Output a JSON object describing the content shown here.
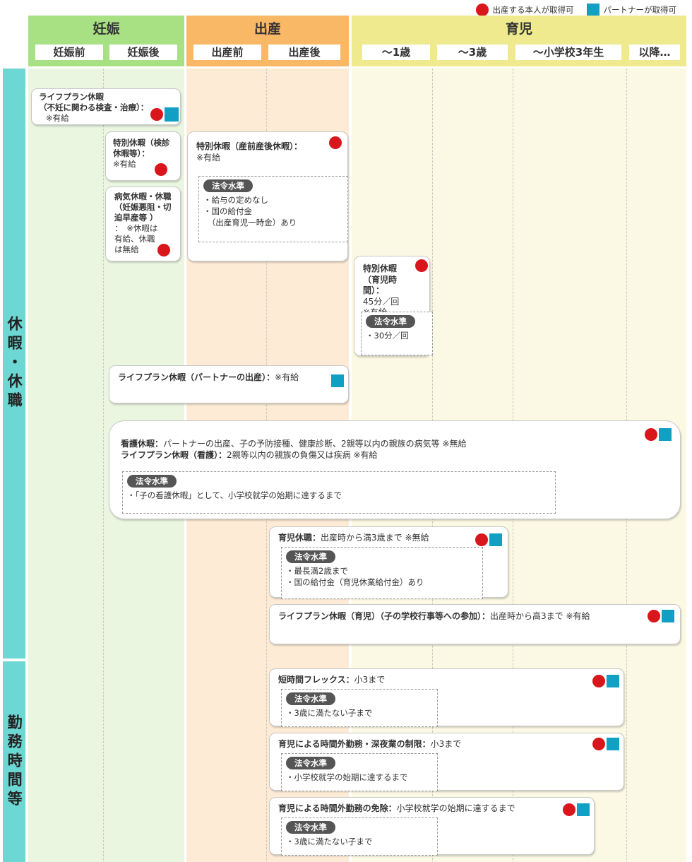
{
  "legend": {
    "self_label": "出産する本人が取得可",
    "partner_label": "パートナーが取得可"
  },
  "colors": {
    "self_mark": "#d9161c",
    "partner_mark": "#129fc4",
    "pregnancy": "#a8e084",
    "birth": "#f9b865",
    "childcare": "#eeea8d",
    "category": "#6cd7d3"
  },
  "phases": {
    "pregnancy": {
      "title": "妊娠",
      "subs": [
        "妊娠前",
        "妊娠後"
      ]
    },
    "birth": {
      "title": "出産",
      "subs": [
        "出産前",
        "出産後"
      ]
    },
    "childcare": {
      "title": "育児",
      "subs": [
        "〜1歳",
        "〜3歳",
        "〜小学校3年生",
        "以降…"
      ]
    }
  },
  "categories": {
    "leave": "休暇・休職",
    "work": "勤務時間等"
  },
  "law_tag": "法令水準",
  "cards": {
    "lifeplan_fertility": {
      "title_1": "ライフプラン休暇",
      "title_2": "（不妊に関わる検査・治療）：",
      "note": "※有給"
    },
    "special_checkup": {
      "title": "特別休暇（検診休暇等）：",
      "note": "※有給"
    },
    "sick_leave": {
      "title": "病気休暇・休職（妊娠悪阻・切迫早産等 ）",
      "note": "：　※休暇は有給、休職は無給"
    },
    "maternity": {
      "title": "特別休暇（産前産後休暇）：",
      "note": "※有給",
      "law": [
        "・給与の定めなし",
        "・国の給付金",
        "　（出産育児一時金）あり"
      ]
    },
    "nursing_time": {
      "title": "特別休暇（育児時間）：",
      "detail": "45分／回",
      "note": "※有給",
      "law": [
        "・30分／回"
      ]
    },
    "lifeplan_partner_birth": {
      "title": "ライフプラン休暇（パートナーの出産）：",
      "note": "※有給"
    },
    "care_leave": {
      "line1_title": "看護休暇：",
      "line1_text": "パートナーの出産、子の予防接種、健康診断、2親等以内の親族の病気等 ※無給",
      "line2_title": "ライフプラン休暇（看護）：",
      "line2_text": "2親等以内の親族の負傷又は疾病 ※有給",
      "law": [
        "・「子の看護休暇」として、小学校就学の始期に達するまで"
      ]
    },
    "childcare_leave": {
      "title": "育児休職：",
      "text": "出産時から満3歳まで ※無給",
      "law": [
        "・最長満2歳まで",
        "・国の給付金（育児休業給付金）あり"
      ]
    },
    "lifeplan_school": {
      "title": "ライフプラン休暇（育児）（子の学校行事等への参加）：",
      "text": "出産時から高3まで ※有給"
    },
    "short_flex": {
      "title": "短時間フレックス：",
      "text": "小3まで",
      "law": [
        "・3歳に満たない子まで"
      ]
    },
    "overtime_limit": {
      "title": "育児による時間外勤務・深夜業の制限：",
      "text": "小3まで",
      "law": [
        "・小学校就学の始期に達するまで"
      ]
    },
    "overtime_exempt": {
      "title": "育児による時間外勤務の免除：",
      "text": "小学校就学の始期に達するまで",
      "law": [
        "・3歳に満たない子まで"
      ]
    }
  }
}
